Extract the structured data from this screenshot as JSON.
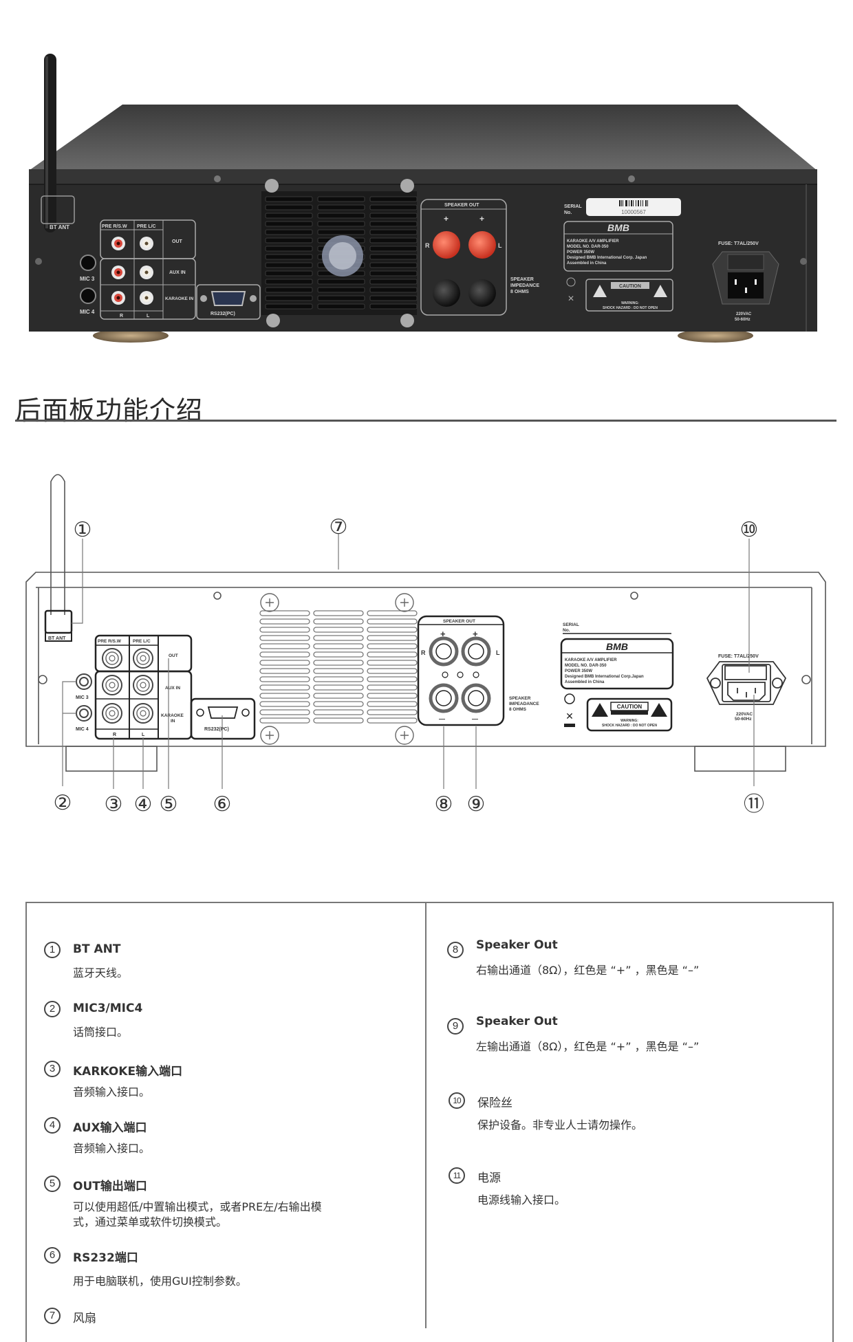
{
  "photo": {
    "antenna_label": "BT ANT",
    "rca_headers": [
      "PRE R/S.W",
      "PRE L/C"
    ],
    "rca_rows": [
      "OUT",
      "AUX IN",
      "KARAOKE IN"
    ],
    "rca_footer": [
      "R",
      "L"
    ],
    "mic_labels": [
      "MIC 3",
      "MIC 4"
    ],
    "rs232_label": "RS232(PC)",
    "speaker_out_title": "SPEAKER OUT",
    "speaker_plus": "+",
    "speaker_r": "R",
    "speaker_l": "L",
    "impedance_lines": [
      "SPEAKER",
      "IMPEDANCE",
      "8 OHMS"
    ],
    "serial_label_lines": [
      "SERIAL",
      "No."
    ],
    "serial_number": "10000567",
    "brand": "BMB",
    "nameplate_lines": [
      "KARAOKE A/V AMPLIFIER",
      "MODEL NO. DAR-350",
      "POWER 350W",
      "Designed BMB International Corp. Japan",
      "Assembled in China"
    ],
    "caution_title": "CAUTION",
    "warning_lines": [
      "WARNING:",
      "SHOCK HAZARD : DO NOT OPEN"
    ],
    "fuse_label": "FUSE: T7AL/250V",
    "power_lines": [
      "220VAC",
      "50-60Hz"
    ],
    "colors": {
      "chassis": "#2b2b2b",
      "rca_red": "#d9473b",
      "binding_red": "#e2463a",
      "binding_black": "#1a1a1a"
    }
  },
  "section_title": "后面板功能介绍",
  "diagram": {
    "antenna_label": "BT ANT",
    "rca_headers": [
      "PRE R/S.W",
      "PRE L/C"
    ],
    "rca_rows": [
      "OUT",
      "AUX IN",
      "KARAOKE",
      "IN"
    ],
    "rca_footer": [
      "R",
      "L"
    ],
    "mic_labels": [
      "MIC 3",
      "MIC 4"
    ],
    "rs232_label": "RS232(PC)",
    "speaker_out_title": "SPEAKER OUT",
    "speaker_plus": "+",
    "speaker_minus": "—",
    "speaker_r": "R",
    "speaker_l": "L",
    "impedance_lines": [
      "SPEAKER",
      "IMPEADANCE",
      "8 OHMS"
    ],
    "serial_label_lines": [
      "SERIAL",
      "No."
    ],
    "brand": "BMB",
    "nameplate_lines": [
      "KARAOKE A/V AMPLIFIER",
      "MODEL NO. DAR-350",
      "POWER 350W",
      "Designed BMB International Corp.Japan",
      "Assembled in China"
    ],
    "caution_title": "CAUTION",
    "warning_lines": [
      "WARNING:",
      "SHOCK  HAZARD : DO NOT OPEN"
    ],
    "fuse_label": "FUSE: T7AL/250V",
    "power_lines": [
      "220VAC",
      "50-60Hz"
    ],
    "callouts": [
      "①",
      "②",
      "③",
      "④",
      "⑤",
      "⑥",
      "⑦",
      "⑧",
      "⑨",
      "⑩",
      "⑪"
    ]
  },
  "descriptions": {
    "left": [
      {
        "num": "1",
        "title": "BT ANT",
        "text": "蓝牙天线。"
      },
      {
        "num": "2",
        "title": "MIC3/MIC4",
        "text": "话筒接口。"
      },
      {
        "num": "3",
        "title": "KARKOKE输入端口",
        "text": "音频输入接口。"
      },
      {
        "num": "4",
        "title": "AUX输入端口",
        "text": "音频输入接口。"
      },
      {
        "num": "5",
        "title": "OUT输出端口",
        "text": "可以使用超低/中置输出模式，或者PRE左/右输出模",
        "text2": "式，通过菜单或软件切换模式。"
      },
      {
        "num": "6",
        "title": "RS232端口",
        "text": "用于电脑联机，使用GUI控制参数。"
      },
      {
        "num": "7",
        "title": "风扇",
        "text": ""
      }
    ],
    "right": [
      {
        "num": "8",
        "title": "Speaker Out",
        "text": "右输出通道（8Ω），红色是 “+” ，黑色是 “–”"
      },
      {
        "num": "9",
        "title": "Speaker Out",
        "text": "左输出通道（8Ω），红色是 “+” ，黑色是 “–”"
      },
      {
        "num": "10",
        "title": "保险丝",
        "text": "保护设备。非专业人士请勿操作。"
      },
      {
        "num": "11",
        "title": "电源",
        "text": "电源线输入接口。"
      }
    ]
  }
}
